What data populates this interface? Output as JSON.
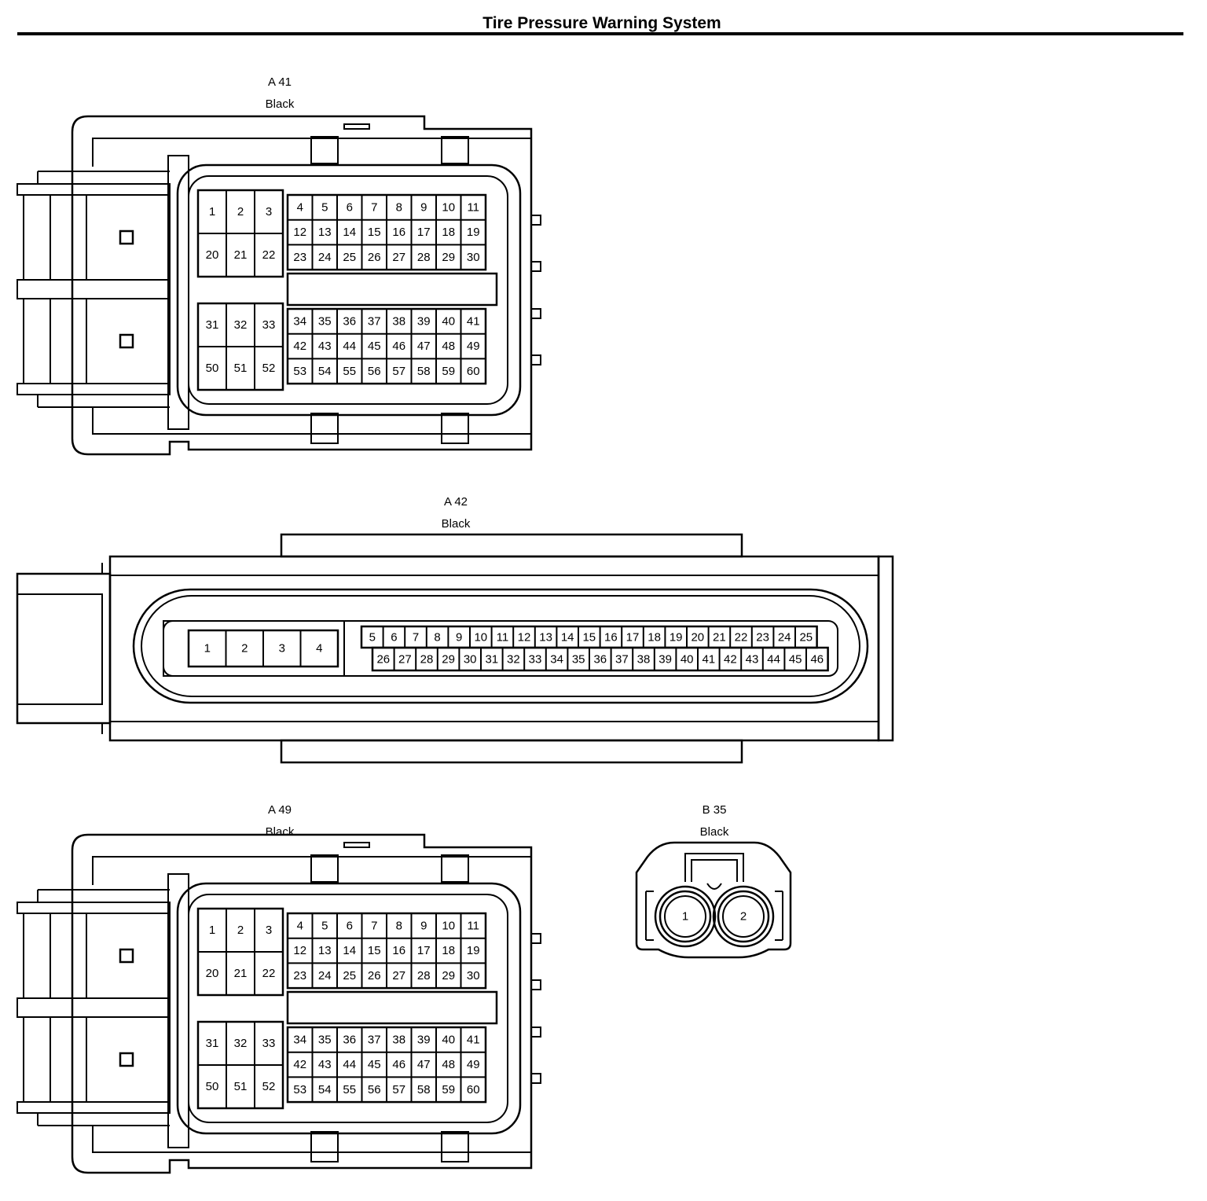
{
  "page": {
    "title": "Tire Pressure Warning System"
  },
  "connectors": {
    "a41": {
      "id": "A 41",
      "color": "Black"
    },
    "a42": {
      "id": "A 42",
      "color": "Black"
    },
    "a49": {
      "id": "A 49",
      "color": "Black"
    },
    "b35": {
      "id": "B 35",
      "color": "Black"
    }
  },
  "pins": {
    "ecu60": {
      "left_top": [
        [
          "1",
          "2",
          "3"
        ],
        [
          "20",
          "21",
          "22"
        ]
      ],
      "left_bottom": [
        [
          "31",
          "32",
          "33"
        ],
        [
          "50",
          "51",
          "52"
        ]
      ],
      "right_top": [
        [
          "4",
          "5",
          "6",
          "7",
          "8",
          "9",
          "10",
          "11"
        ],
        [
          "12",
          "13",
          "14",
          "15",
          "16",
          "17",
          "18",
          "19"
        ],
        [
          "23",
          "24",
          "25",
          "26",
          "27",
          "28",
          "29",
          "30"
        ]
      ],
      "right_bottom": [
        [
          "34",
          "35",
          "36",
          "37",
          "38",
          "39",
          "40",
          "41"
        ],
        [
          "42",
          "43",
          "44",
          "45",
          "46",
          "47",
          "48",
          "49"
        ],
        [
          "53",
          "54",
          "55",
          "56",
          "57",
          "58",
          "59",
          "60"
        ]
      ]
    },
    "a42": {
      "big": [
        "1",
        "2",
        "3",
        "4"
      ],
      "row1": [
        "5",
        "6",
        "7",
        "8",
        "9",
        "10",
        "11",
        "12",
        "13",
        "14",
        "15",
        "16",
        "17",
        "18",
        "19",
        "20",
        "21",
        "22",
        "23",
        "24",
        "25"
      ],
      "row2": [
        "26",
        "27",
        "28",
        "29",
        "30",
        "31",
        "32",
        "33",
        "34",
        "35",
        "36",
        "37",
        "38",
        "39",
        "40",
        "41",
        "42",
        "43",
        "44",
        "45",
        "46"
      ]
    },
    "b35": [
      "1",
      "2"
    ]
  }
}
